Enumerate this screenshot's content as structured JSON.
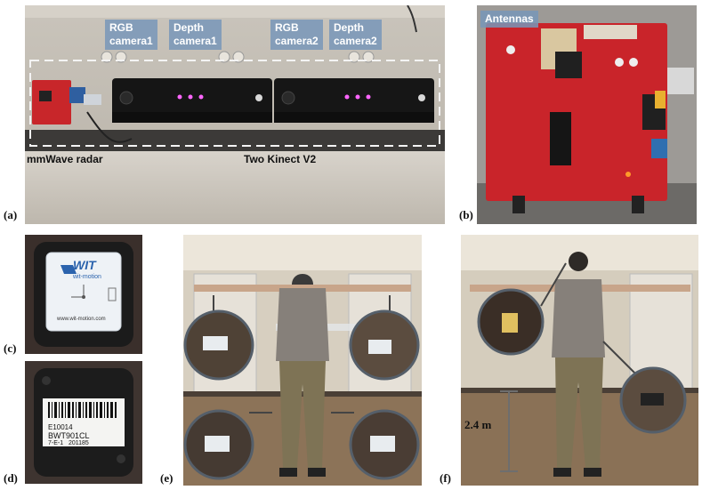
{
  "panels": {
    "a": {
      "label": "(a)",
      "tags": [
        "RGB\ncamera1",
        "Depth\ncamera1",
        "RGB\ncamera2",
        "Depth\ncamera2"
      ],
      "caption_radar": "mmWave radar",
      "caption_kinect": "Two Kinect V2"
    },
    "b": {
      "label": "(b)",
      "tag": "Antennas"
    },
    "c": {
      "label": "(c)",
      "brand": "WIT",
      "brand_sub": "wit-motion",
      "url": "www.wit-motion.com"
    },
    "d": {
      "label": "(d)",
      "barcode_lines": [
        "E10014",
        "BWT901CL",
        "7-E-1   201185"
      ]
    },
    "e": {
      "label": "(e)"
    },
    "f": {
      "label": "(f)",
      "distance": "2.4 m"
    }
  }
}
